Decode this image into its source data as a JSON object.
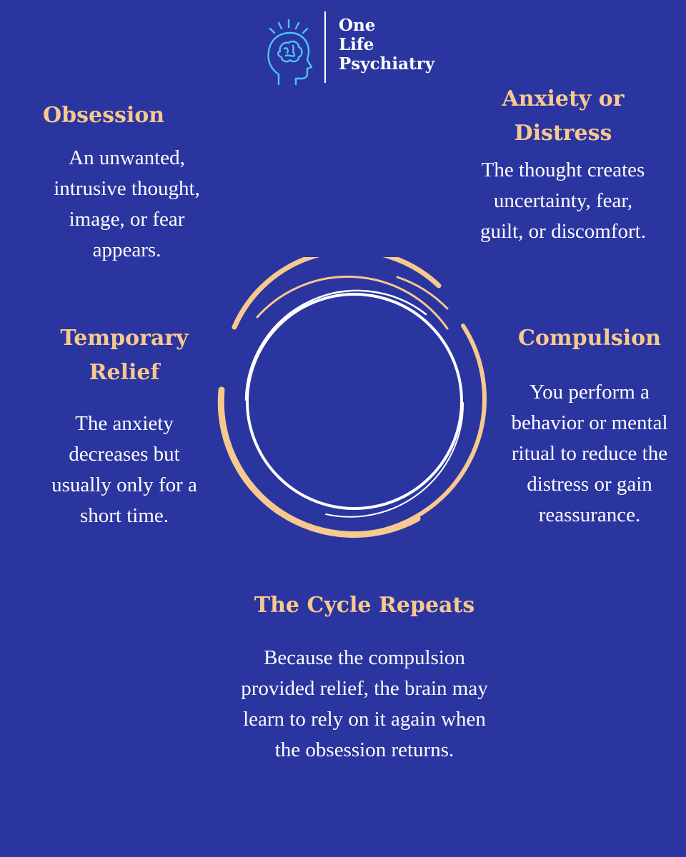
{
  "brand": {
    "name_lines": [
      "One",
      "Life",
      "Psychiatry"
    ],
    "icon": "head-brain-icon",
    "color": "#ffffff",
    "icon_color": "#4ec3f0"
  },
  "colors": {
    "background": "#2a35a0",
    "heading": "#f7c98e",
    "body": "#ffffff",
    "ring_outer": "#f7c98e",
    "ring_inner": "#ffffff"
  },
  "cycle": {
    "icon": "cycle-ring-icon",
    "stages": {
      "obsession": {
        "title": "Obsession",
        "lines": [
          "An unwanted,",
          "intrusive thought,",
          "image, or fear",
          "appears."
        ]
      },
      "anxiety": {
        "title_lines": [
          "Anxiety or",
          "Distress"
        ],
        "lines": [
          "The thought creates",
          "uncertainty, fear,",
          "guilt, or discomfort."
        ]
      },
      "compulsion": {
        "title": "Compulsion",
        "lines": [
          "You perform a",
          "behavior or mental",
          "ritual to reduce the",
          "distress or gain",
          "reassurance."
        ]
      },
      "relief": {
        "title_lines": [
          "Temporary",
          "Relief"
        ],
        "lines": [
          "The anxiety",
          "decreases but",
          "usually only for a",
          "short time."
        ]
      },
      "repeats": {
        "title": "The Cycle Repeats",
        "lines": [
          "Because the compulsion",
          "provided relief, the brain may",
          "learn to rely on it again when",
          "the obsession returns."
        ]
      }
    }
  }
}
